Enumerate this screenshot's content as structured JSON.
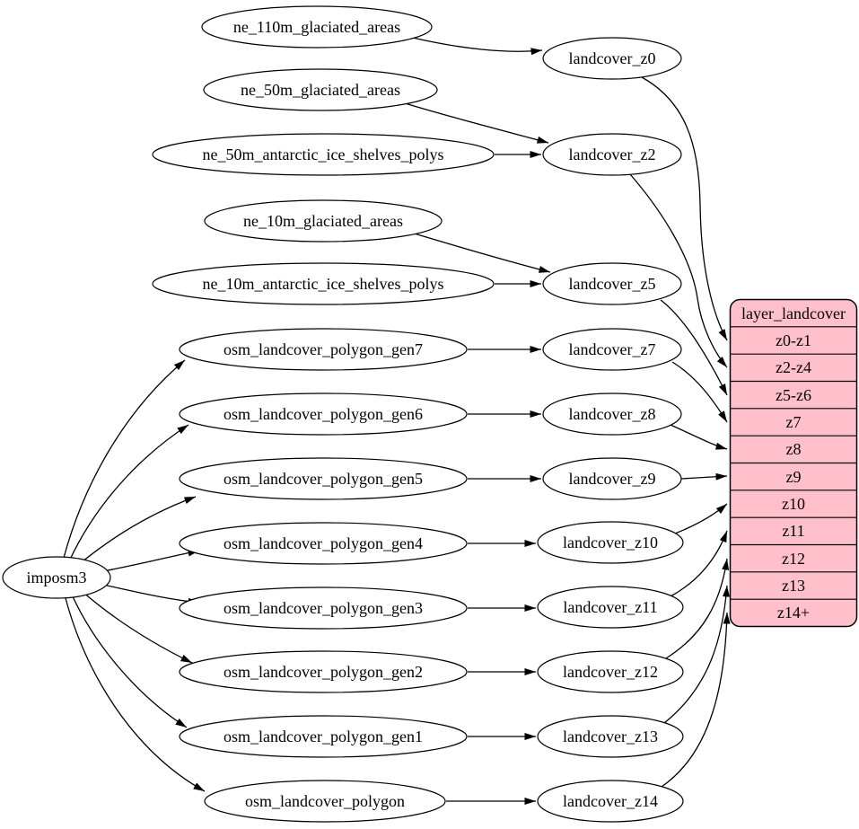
{
  "nodes": {
    "root": "imposm3",
    "sources": [
      "ne_110m_glaciated_areas",
      "ne_50m_glaciated_areas",
      "ne_50m_antarctic_ice_shelves_polys",
      "ne_10m_glaciated_areas",
      "ne_10m_antarctic_ice_shelves_polys",
      "osm_landcover_polygon_gen7",
      "osm_landcover_polygon_gen6",
      "osm_landcover_polygon_gen5",
      "osm_landcover_polygon_gen4",
      "osm_landcover_polygon_gen3",
      "osm_landcover_polygon_gen2",
      "osm_landcover_polygon_gen1",
      "osm_landcover_polygon"
    ],
    "generalized": [
      "landcover_z0",
      "landcover_z2",
      "landcover_z5",
      "landcover_z7",
      "landcover_z8",
      "landcover_z9",
      "landcover_z10",
      "landcover_z11",
      "landcover_z12",
      "landcover_z13",
      "landcover_z14"
    ],
    "table": {
      "title": "layer_landcover",
      "rows": [
        "z0-z1",
        "z2-z4",
        "z5-z6",
        "z7",
        "z8",
        "z9",
        "z10",
        "z11",
        "z12",
        "z13",
        "z14+"
      ]
    }
  },
  "edges": [
    {
      "from": "imposm3",
      "to": "osm_landcover_polygon_gen7"
    },
    {
      "from": "imposm3",
      "to": "osm_landcover_polygon_gen6"
    },
    {
      "from": "imposm3",
      "to": "osm_landcover_polygon_gen5"
    },
    {
      "from": "imposm3",
      "to": "osm_landcover_polygon_gen4"
    },
    {
      "from": "imposm3",
      "to": "osm_landcover_polygon_gen3"
    },
    {
      "from": "imposm3",
      "to": "osm_landcover_polygon_gen2"
    },
    {
      "from": "imposm3",
      "to": "osm_landcover_polygon_gen1"
    },
    {
      "from": "imposm3",
      "to": "osm_landcover_polygon"
    },
    {
      "from": "ne_110m_glaciated_areas",
      "to": "landcover_z0"
    },
    {
      "from": "ne_50m_glaciated_areas",
      "to": "landcover_z2"
    },
    {
      "from": "ne_50m_antarctic_ice_shelves_polys",
      "to": "landcover_z2"
    },
    {
      "from": "ne_10m_glaciated_areas",
      "to": "landcover_z5"
    },
    {
      "from": "ne_10m_antarctic_ice_shelves_polys",
      "to": "landcover_z5"
    },
    {
      "from": "osm_landcover_polygon_gen7",
      "to": "landcover_z7"
    },
    {
      "from": "osm_landcover_polygon_gen6",
      "to": "landcover_z8"
    },
    {
      "from": "osm_landcover_polygon_gen5",
      "to": "landcover_z9"
    },
    {
      "from": "osm_landcover_polygon_gen4",
      "to": "landcover_z10"
    },
    {
      "from": "osm_landcover_polygon_gen3",
      "to": "landcover_z11"
    },
    {
      "from": "osm_landcover_polygon_gen2",
      "to": "landcover_z12"
    },
    {
      "from": "osm_landcover_polygon_gen1",
      "to": "landcover_z13"
    },
    {
      "from": "osm_landcover_polygon",
      "to": "landcover_z14"
    },
    {
      "from": "landcover_z0",
      "to": "layer_landcover:z0-z1"
    },
    {
      "from": "landcover_z2",
      "to": "layer_landcover:z2-z4"
    },
    {
      "from": "landcover_z5",
      "to": "layer_landcover:z5-z6"
    },
    {
      "from": "landcover_z7",
      "to": "layer_landcover:z7"
    },
    {
      "from": "landcover_z8",
      "to": "layer_landcover:z8"
    },
    {
      "from": "landcover_z9",
      "to": "layer_landcover:z9"
    },
    {
      "from": "landcover_z10",
      "to": "layer_landcover:z10"
    },
    {
      "from": "landcover_z11",
      "to": "layer_landcover:z11"
    },
    {
      "from": "landcover_z12",
      "to": "layer_landcover:z12"
    },
    {
      "from": "landcover_z13",
      "to": "layer_landcover:z13"
    },
    {
      "from": "landcover_z14",
      "to": "layer_landcover:z14+"
    }
  ],
  "colors": {
    "table_fill": "#ffc0cb",
    "node_fill": "#ffffff",
    "stroke": "#000000",
    "background": "#ffffff"
  }
}
